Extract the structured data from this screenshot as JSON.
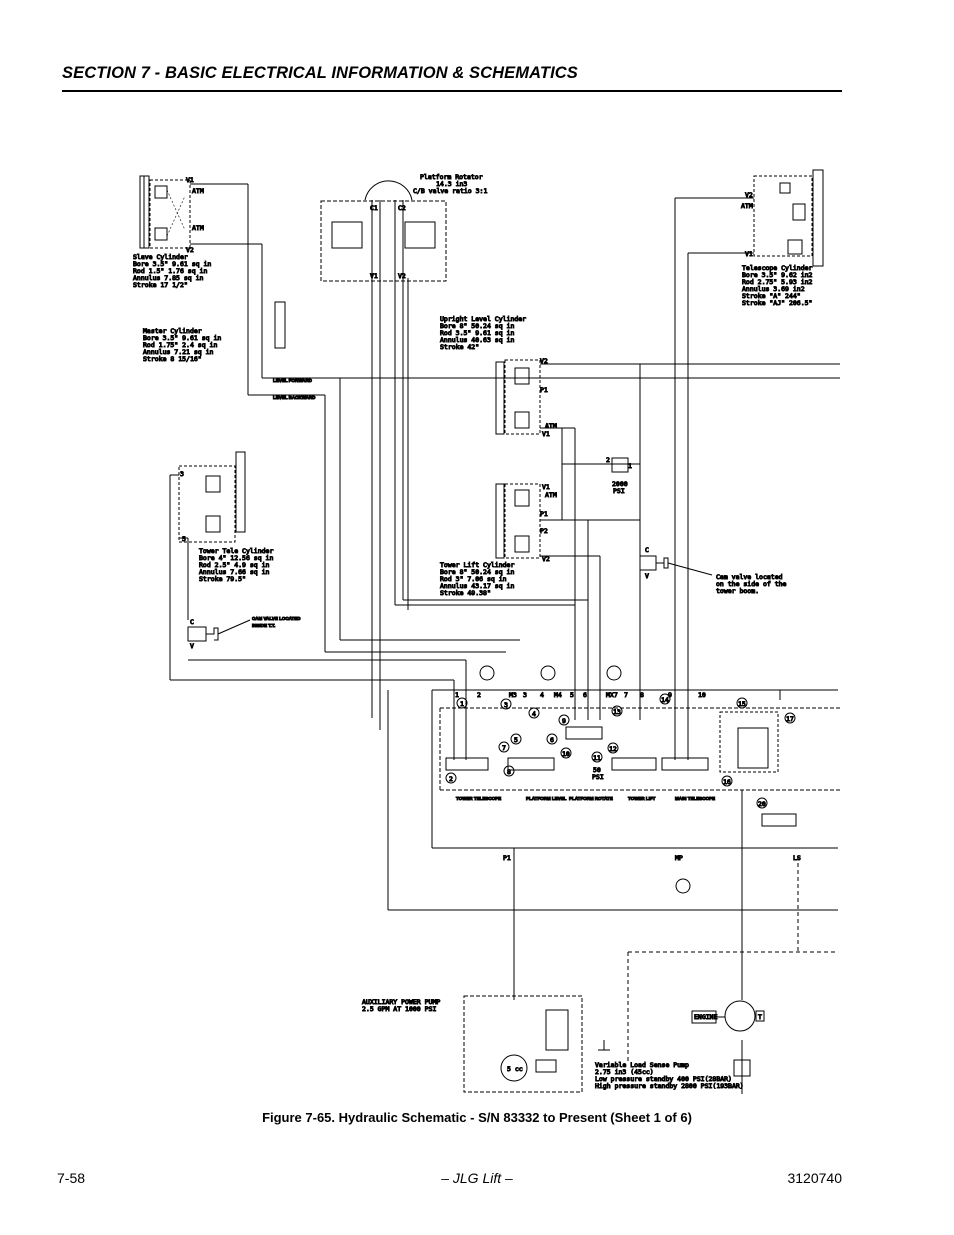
{
  "header": {
    "section_title": "SECTION 7 - BASIC ELECTRICAL INFORMATION & SCHEMATICS"
  },
  "figure": {
    "caption": "Figure 7-65.  Hydraulic Schematic - S/N 83332 to Present (Sheet 1 of 6)"
  },
  "footer": {
    "page_number": "7-58",
    "center": "– JLG Lift –",
    "doc_number": "3120740"
  },
  "schematic": {
    "slave_cylinder": [
      "Slave Cylinder",
      "Bore 3.5\" 9.61 sq in",
      "Rod 1.5\"   1.76 sq in",
      "Annulus    7.85 sq in",
      "Stroke 17 1/2\""
    ],
    "master_cylinder": [
      "Master Cylinder",
      "Bore 3.5\"   9.61 sq in",
      "Rod 1.75\"   2.4 sq in",
      "Annulus     7.21 sq in",
      "Stroke      8 15/16\""
    ],
    "platform_rotator": [
      "Platform Rotator",
      "14.3 in3",
      "C/B valve ratio 3:1"
    ],
    "telescope_cylinder": [
      "Telescope Cylinder",
      "Bore 3.5\"   9.62 in2",
      "Rod 2.75\"   5.93 in2",
      "Annulus     3.69 in2",
      "Stroke \"A\" 244\"",
      "Stroke \"AJ\" 206.5\""
    ],
    "upright_level_cylinder": [
      "Upright Level Cylinder",
      "Bore 8\"   50.24 sq in",
      "Rod 3.5\"   9.61 sq in",
      "Annulus    40.63 sq in",
      "Stroke 42\""
    ],
    "tower_lift_cylinder": [
      "Tower Lift Cylinder",
      "Bore 8\"   50.24 sq in",
      "Rod  3\"    7.06 sq in",
      "Annulus    43.17 sq in",
      "Stroke    49.38\""
    ],
    "tower_tele_cylinder": [
      "Tower Tele Cylinder",
      "Bore 4\"   12.56 sq in",
      "Rod 2.5\"   4.9 sq in",
      "Annulus     7.66  sq in",
      "Stroke    79.5\""
    ],
    "cam_valve_tower_boom": [
      "Cam valve located",
      "on the side of the",
      "tower boom."
    ],
    "cam_valve_inside": [
      "CAM VALVE LOCATED",
      "INSIDE T.T."
    ],
    "level_forward": "LEVEL FORWARD",
    "level_backward": "LEVEL BACKWARD",
    "relief_2000": [
      "2000",
      "PSI"
    ],
    "relief_50": [
      "50",
      "PSI"
    ],
    "aux_pump": [
      "AUXILIARY POWER PUMP",
      "2.5 GPM AT 1000 PSI"
    ],
    "variable_pump": [
      "Variable Load Sense Pump",
      "2.75 in3 (45cc)",
      "Low pressure standby 400 PSI(28BAR)",
      "High pressure standby 2800 PSI(193BAR)"
    ],
    "engine": "ENGINE",
    "pump_5cc": "5 cc",
    "section_labels": [
      "TOWER TELESCOPE",
      "PLATFORM LEVEL",
      "PLATFORM ROTATE",
      "TOWER LIFT",
      "MAIN TELESCOPE"
    ],
    "port_labels": {
      "atm": "ATM",
      "v1": "V1",
      "v2": "V2",
      "c1": "C1",
      "c2": "C2",
      "p1": "P1",
      "p2": "P2",
      "mp": "MP",
      "ls": "LS",
      "c": "C",
      "v": "V",
      "t": "T"
    },
    "ports_top": [
      "1",
      "2",
      "M3",
      "3",
      "4",
      "M4",
      "5",
      "6",
      "MX7",
      "7",
      "8",
      "9",
      "10"
    ],
    "callouts": [
      "1",
      "2",
      "3",
      "4",
      "5",
      "6",
      "7",
      "8",
      "9",
      "10",
      "11",
      "12",
      "13",
      "14",
      "15",
      "16",
      "17",
      "20"
    ]
  }
}
